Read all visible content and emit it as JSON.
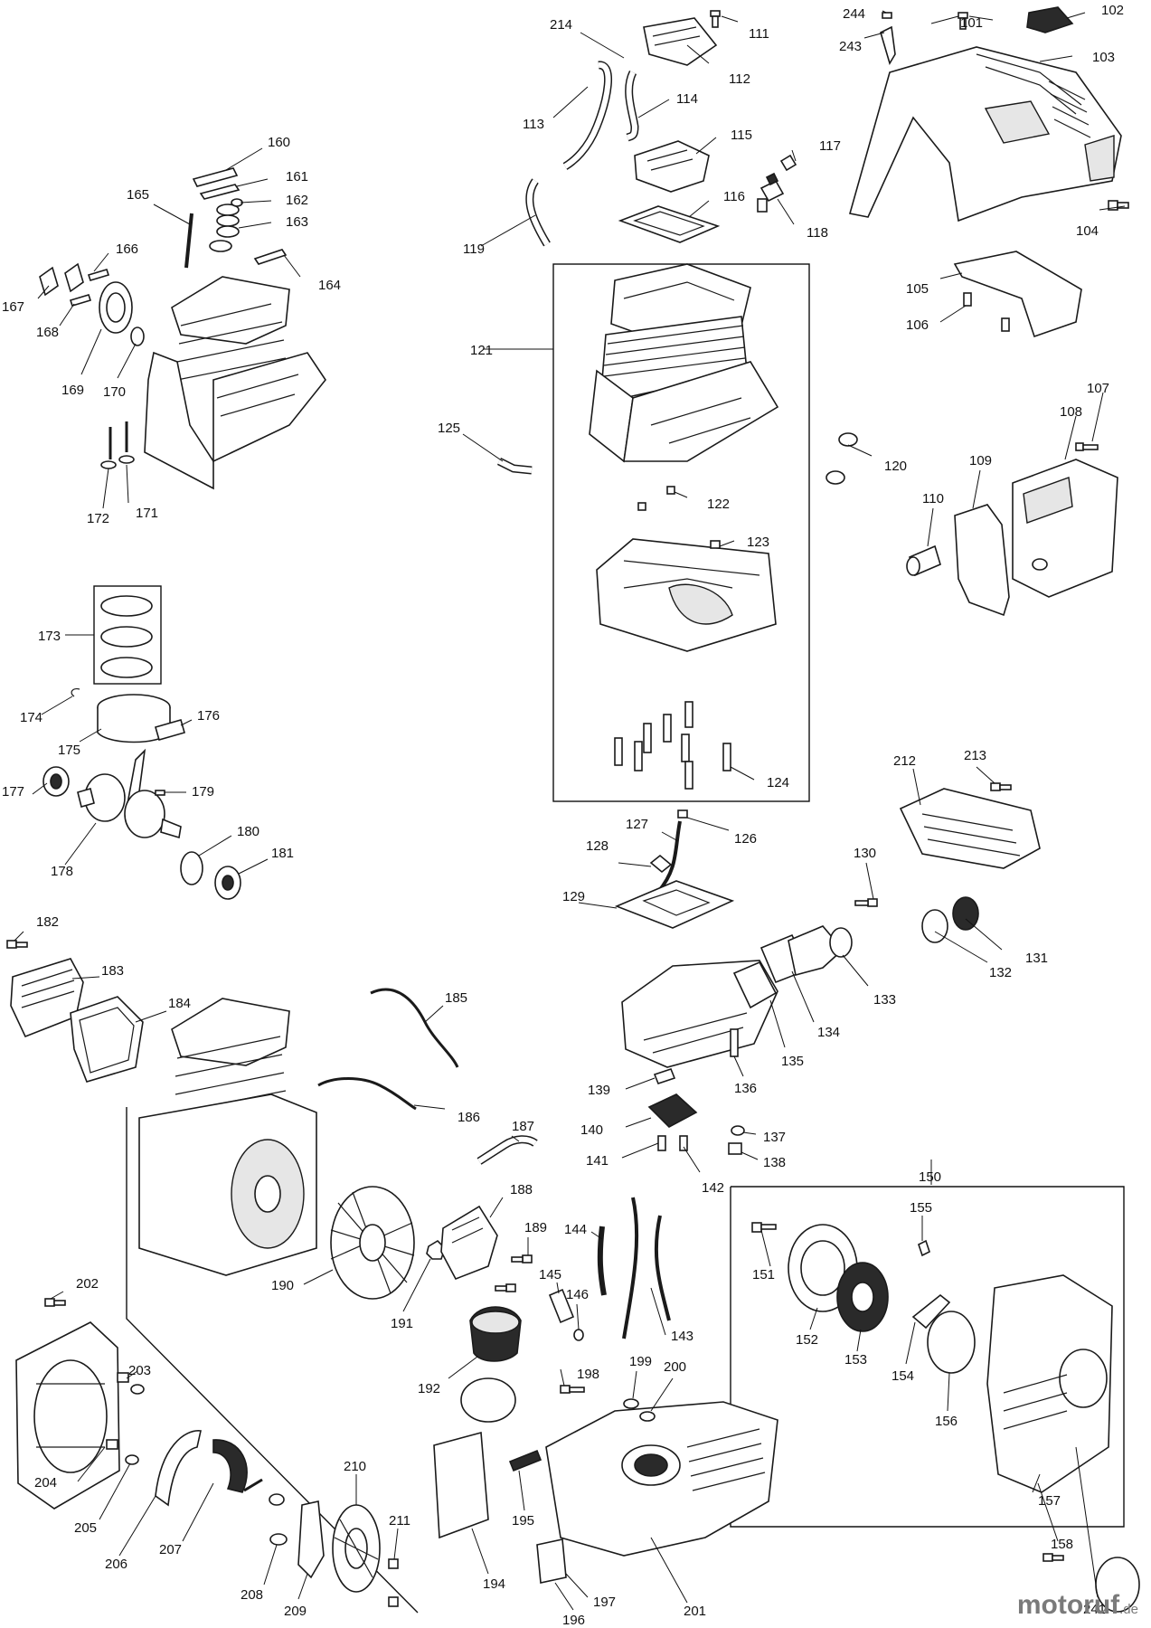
{
  "labels": {
    "p101": "101",
    "p102": "102",
    "p103": "103",
    "p104": "104",
    "p105": "105",
    "p106": "106",
    "p107": "107",
    "p108": "108",
    "p109": "109",
    "p110": "110",
    "p111": "111",
    "p112": "112",
    "p113": "113",
    "p114": "114",
    "p115": "115",
    "p116": "116",
    "p117": "117",
    "p118": "118",
    "p119": "119",
    "p120": "120",
    "p121": "121",
    "p122": "122",
    "p123": "123",
    "p124": "124",
    "p125": "125",
    "p126": "126",
    "p127": "127",
    "p128": "128",
    "p129": "129",
    "p130": "130",
    "p131": "131",
    "p132": "132",
    "p133": "133",
    "p134": "134",
    "p135": "135",
    "p136": "136",
    "p137": "137",
    "p138": "138",
    "p139": "139",
    "p140": "140",
    "p141": "141",
    "p142": "142",
    "p143": "143",
    "p144": "144",
    "p145": "145",
    "p146": "146",
    "p150": "150",
    "p151": "151",
    "p152": "152",
    "p153": "153",
    "p154": "154",
    "p155": "155",
    "p156": "156",
    "p157": "157",
    "p158": "158",
    "p160": "160",
    "p161": "161",
    "p162": "162",
    "p163": "163",
    "p164": "164",
    "p165": "165",
    "p166": "166",
    "p167": "167",
    "p168": "168",
    "p169": "169",
    "p170": "170",
    "p171": "171",
    "p172": "172",
    "p173": "173",
    "p174": "174",
    "p175": "175",
    "p176": "176",
    "p177": "177",
    "p178": "178",
    "p179": "179",
    "p180": "180",
    "p181": "181",
    "p182": "182",
    "p183": "183",
    "p184": "184",
    "p185": "185",
    "p186": "186",
    "p187": "187",
    "p188": "188",
    "p189": "189",
    "p190": "190",
    "p191": "191",
    "p192": "192",
    "p194": "194",
    "p195": "195",
    "p196": "196",
    "p197": "197",
    "p198": "198",
    "p199": "199",
    "p200": "200",
    "p201": "201",
    "p202": "202",
    "p203": "203",
    "p204": "204",
    "p205": "205",
    "p206": "206",
    "p207": "207",
    "p208": "208",
    "p209": "209",
    "p210": "210",
    "p211": "211",
    "p212": "212",
    "p213": "213",
    "p214": "214",
    "p241": "241",
    "p243": "243",
    "p244": "244"
  },
  "watermark": {
    "main": "motoruf",
    "suffix": ".de"
  }
}
